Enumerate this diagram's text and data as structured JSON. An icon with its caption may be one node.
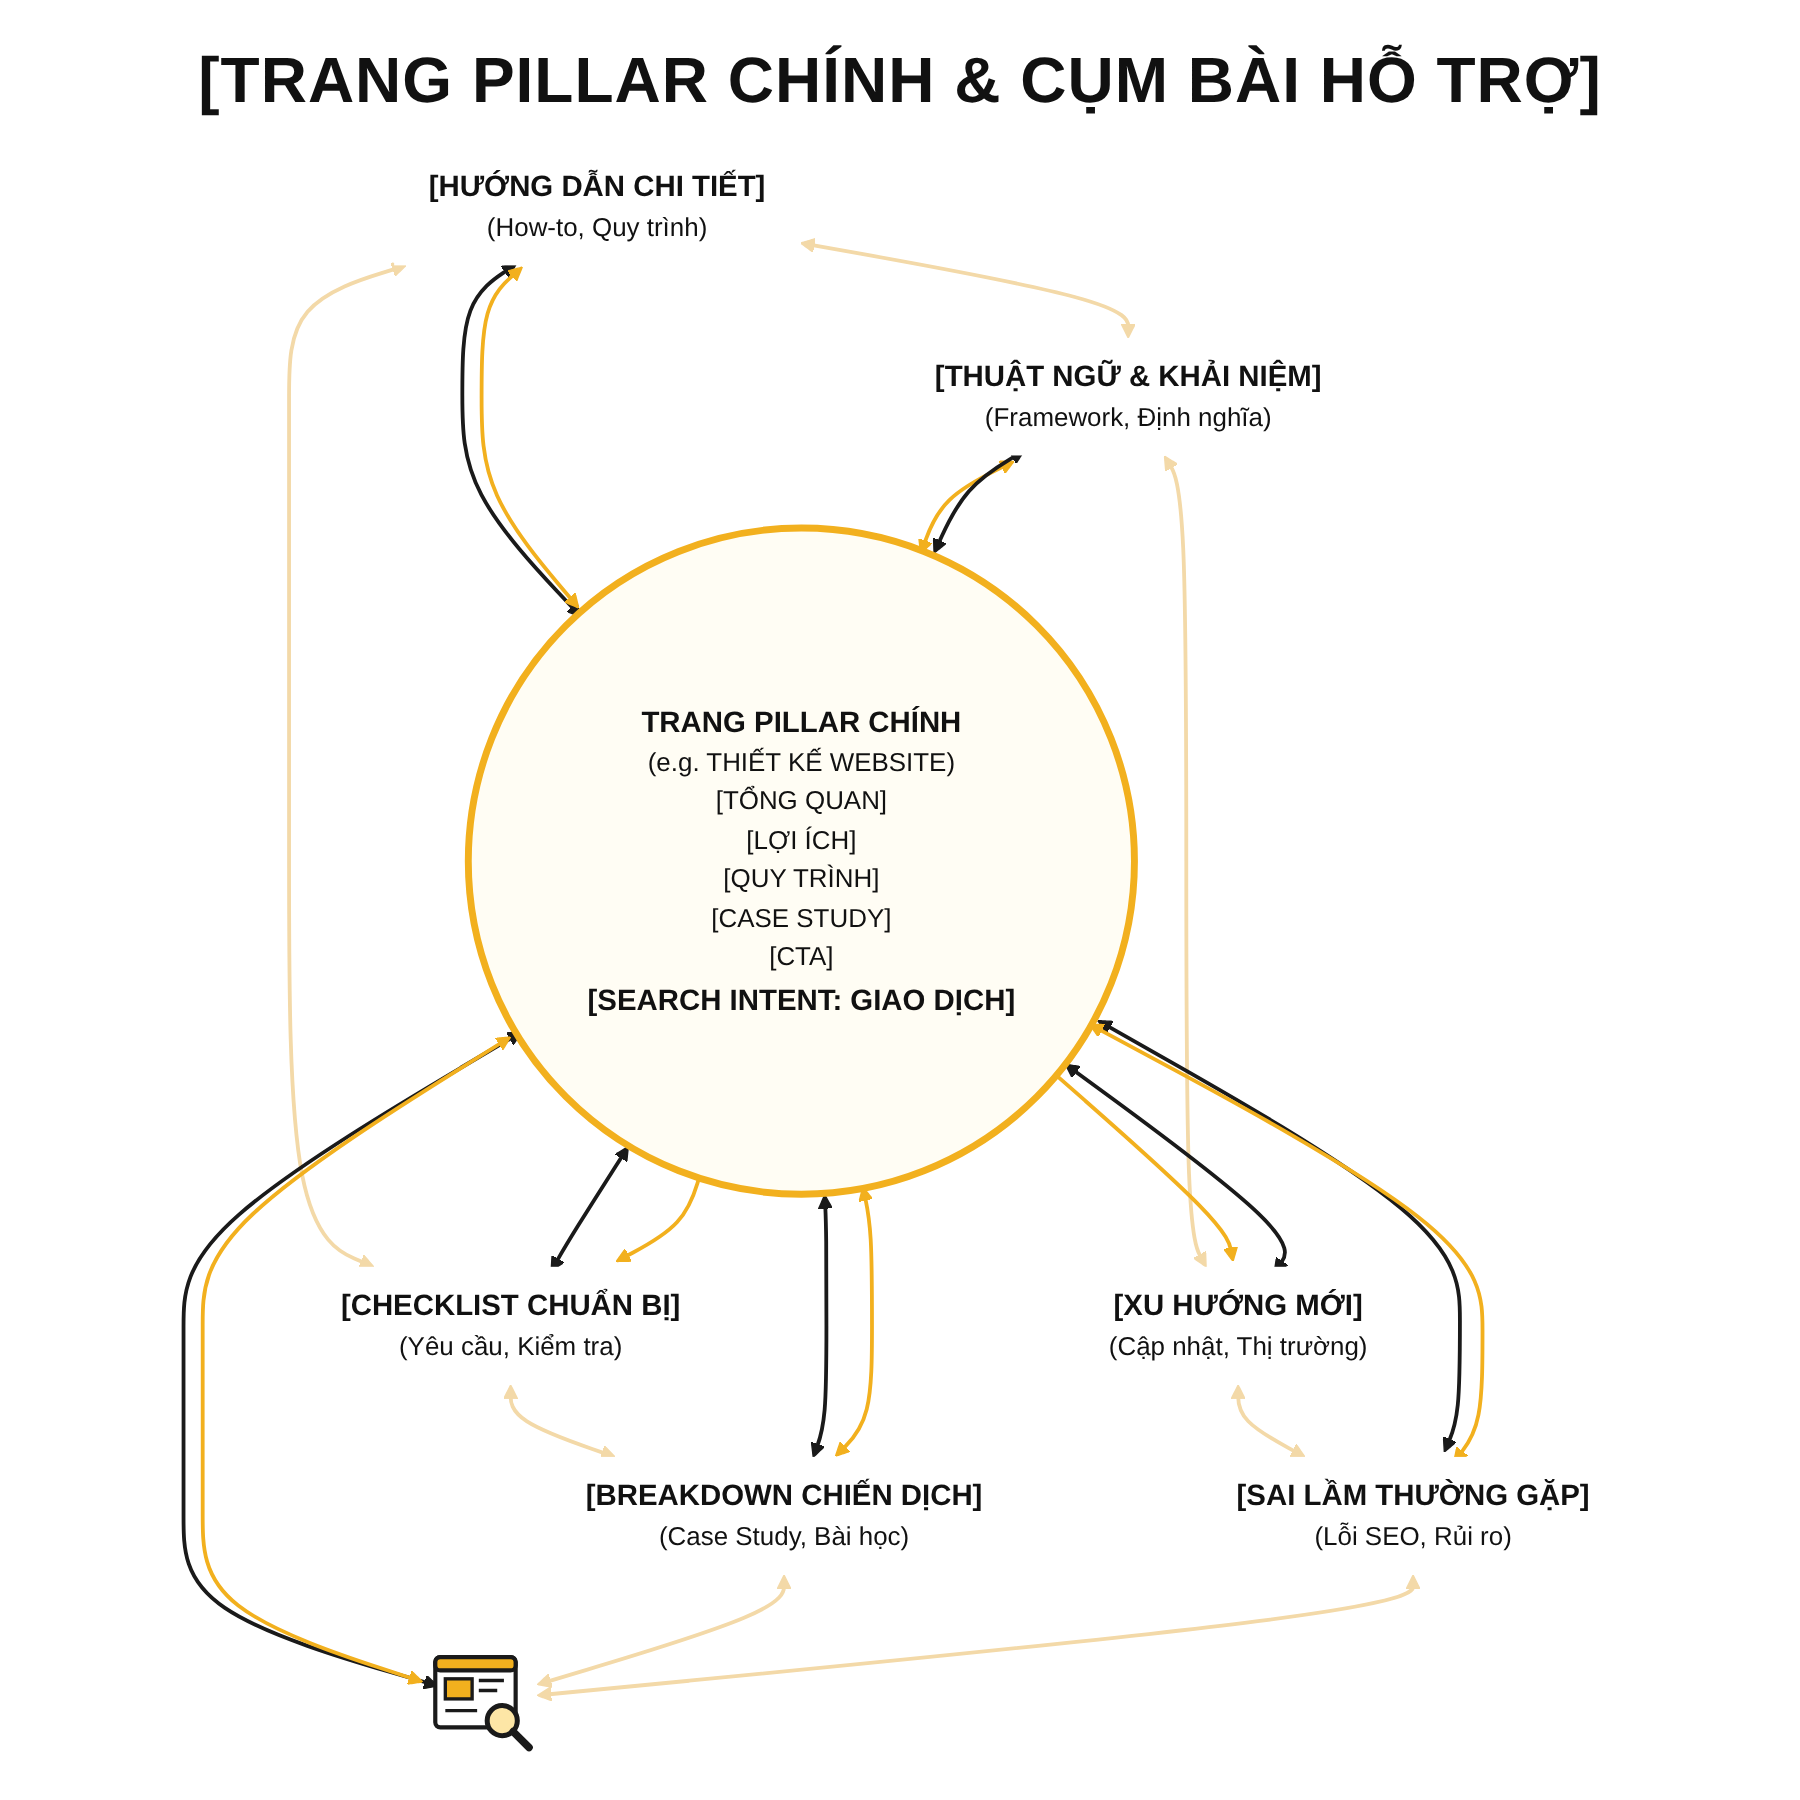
{
  "diagram": {
    "title": "[TRANG PILLAR CHÍNH & CỤM BÀI HỖ TRỢ]",
    "nodes": [
      {
        "text": [
          "[HƯỚNG DẪN CHI TIẾT]",
          "(How-to, Quy trình)"
        ]
      },
      {
        "text": [
          "[THUẬT NGỮ & KHẢI NIỆM]",
          "(Framework, Định nghĩa)"
        ]
      },
      {
        "text": [
          "TRANG PILLAR CHÍNH",
          "(e.g. THIẾT KẾ WEBSITE)",
          "[TỔNG QUAN]",
          "[LỢI ÍCH]",
          "[QUY TRÌNH]",
          "[CASE STUDY]",
          "[CTA]",
          "[SEARCH INTENT: GIAO DỊCH]"
        ]
      },
      {
        "text": [
          "[CHECKLIST CHUẨN BỊ]",
          "(Yêu cầu, Kiểm tra)"
        ]
      },
      {
        "text": [
          "[XU HƯỚNG MỚI]",
          "(Cập nhật, Thị trường)"
        ]
      },
      {
        "text": [
          "[BREAKDOWN CHIẾN DỊCH]",
          "(Case Study, Bài học)"
        ]
      },
      {
        "text": [],
        "shape": "picture"
      },
      {
        "text": [
          "[SAI LẦM THƯỜNG GẶP]",
          "(Lỗi SEO, Rủi ro)"
        ]
      }
    ],
    "edges": [
      {
        "from": 0,
        "to": 1,
        "arrow": "both"
      },
      {
        "from": 0,
        "to": 2,
        "arrow": "both",
        "color": "#1a1a1a"
      },
      {
        "from": 0,
        "to": 2,
        "arrow": "both",
        "color": "#f2b01e"
      },
      {
        "from": 1,
        "to": 2,
        "arrow": "both",
        "color": "#f2b01e"
      },
      {
        "from": 1,
        "to": 2,
        "arrow": "both",
        "color": "#1a1a1a"
      },
      {
        "from": 0,
        "to": 3,
        "arrow": "both"
      },
      {
        "from": 1,
        "to": 4,
        "arrow": "both"
      },
      {
        "from": 2,
        "to": 3,
        "arrow": "both",
        "color": "#1a1a1a"
      },
      {
        "from": 2,
        "to": 3,
        "arrow": "to",
        "color": "#f2b01e"
      },
      {
        "from": 2,
        "to": 4,
        "arrow": "to",
        "color": "#f2b01e"
      },
      {
        "from": 2,
        "to": 4,
        "arrow": "both",
        "color": "#1a1a1a"
      },
      {
        "from": 3,
        "to": 5,
        "arrow": "both"
      },
      {
        "from": 4,
        "to": 7,
        "arrow": "both"
      },
      {
        "from": 2,
        "to": 5,
        "arrow": "both",
        "color": "#1a1a1a"
      },
      {
        "from": 2,
        "to": 5,
        "arrow": "both",
        "color": "#f2b01e"
      },
      {
        "from": 2,
        "to": 6,
        "arrow": "both",
        "color": "#1a1a1a"
      },
      {
        "from": 2,
        "to": 6,
        "arrow": "both",
        "color": "#f2b01e"
      },
      {
        "from": 2,
        "to": 7,
        "arrow": "both",
        "color": "#1a1a1a"
      },
      {
        "from": 2,
        "to": 7,
        "arrow": "both",
        "color": "#f2b01e"
      },
      {
        "from": 5,
        "to": 6,
        "arrow": "both"
      },
      {
        "from": 7,
        "to": 6,
        "arrow": "both"
      }
    ]
  }
}
